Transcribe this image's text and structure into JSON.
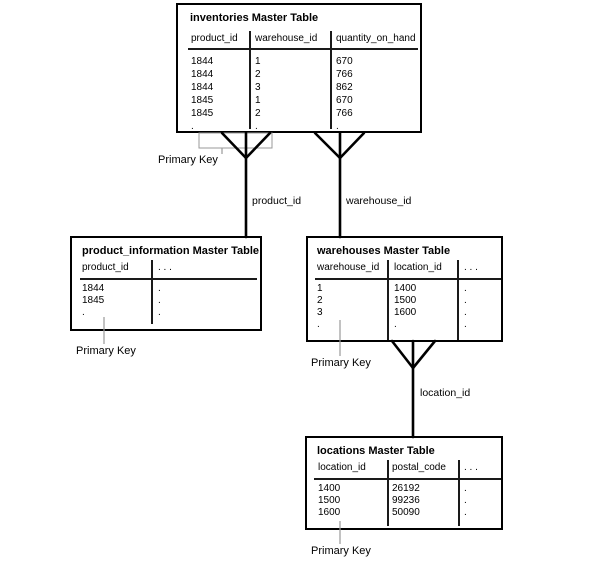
{
  "diagram": {
    "tables": {
      "inventories": {
        "title": "inventories Master Table",
        "columns": [
          "product_id",
          "warehouse_id",
          "quantity_on_hand"
        ],
        "rows": [
          [
            "1844",
            "1",
            "670"
          ],
          [
            "1844",
            "2",
            "766"
          ],
          [
            "1844",
            "3",
            "862"
          ],
          [
            "1845",
            "1",
            "670"
          ],
          [
            "1845",
            "2",
            "766"
          ],
          [
            ".",
            ".",
            "."
          ]
        ]
      },
      "product_information": {
        "title": "product_information Master Table",
        "columns": [
          "product_id",
          ". . ."
        ],
        "rows": [
          [
            "1844",
            "."
          ],
          [
            "1845",
            "."
          ],
          [
            ".",
            "."
          ]
        ]
      },
      "warehouses": {
        "title": "warehouses Master Table",
        "columns": [
          "warehouse_id",
          "location_id",
          ". . ."
        ],
        "rows": [
          [
            "1",
            "1400",
            "."
          ],
          [
            "2",
            "1500",
            "."
          ],
          [
            "3",
            "1600",
            "."
          ],
          [
            ".",
            ".",
            "."
          ]
        ]
      },
      "locations": {
        "title": "locations Master Table",
        "columns": [
          "location_id",
          "postal_code",
          ". . ."
        ],
        "rows": [
          [
            "1400",
            "26192",
            "."
          ],
          [
            "1500",
            "99236",
            "."
          ],
          [
            "1600",
            "50090",
            "."
          ]
        ]
      }
    },
    "connector_labels": {
      "product_id": "product_id",
      "warehouse_id": "warehouse_id",
      "location_id": "location_id"
    },
    "primary_key_labels": {
      "inventories": "Primary Key",
      "product_information": "Primary Key",
      "warehouses": "Primary Key",
      "locations": "Primary Key"
    },
    "colors": {
      "line": "#000000",
      "leader": "#999999",
      "background": "#ffffff",
      "text": "#000000"
    }
  }
}
